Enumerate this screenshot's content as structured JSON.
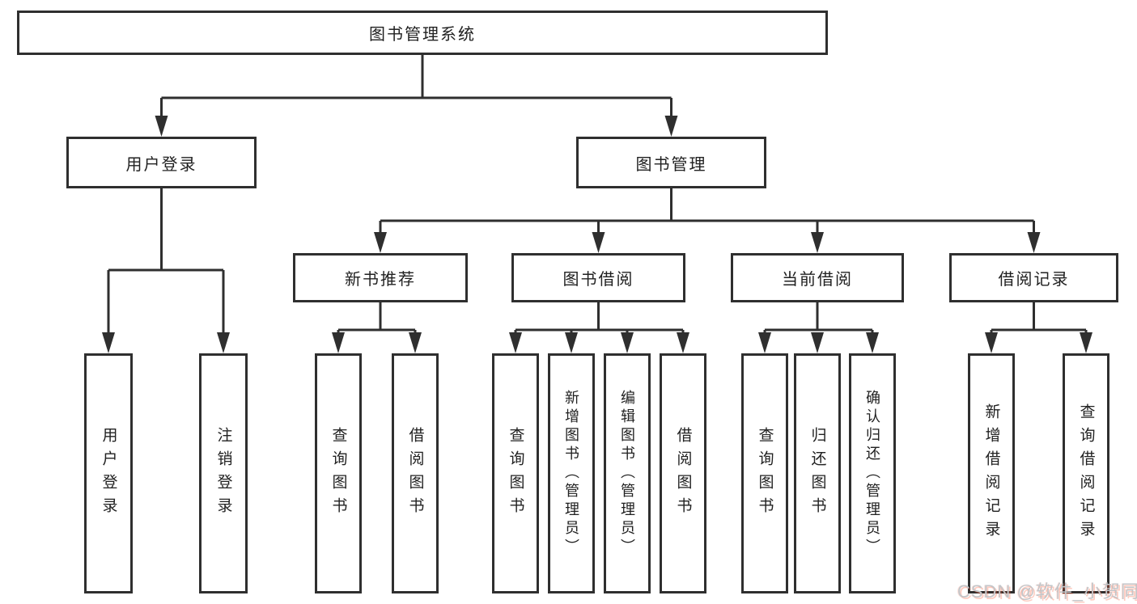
{
  "diagram": {
    "type": "hierarchy",
    "root": {
      "label": "图书管理系统",
      "children": [
        {
          "label": "用户登录",
          "children": [
            {
              "label": "用户登录"
            },
            {
              "label": "注销登录"
            }
          ]
        },
        {
          "label": "图书管理",
          "children": [
            {
              "label": "新书推荐",
              "children": [
                {
                  "label": "查询图书"
                },
                {
                  "label": "借阅图书"
                }
              ]
            },
            {
              "label": "图书借阅",
              "children": [
                {
                  "label": "查询图书"
                },
                {
                  "label": "新增图书（管理员）"
                },
                {
                  "label": "编辑图书（管理员）"
                },
                {
                  "label": "借阅图书"
                }
              ]
            },
            {
              "label": "当前借阅",
              "children": [
                {
                  "label": "查询图书"
                },
                {
                  "label": "归还图书"
                },
                {
                  "label": "确认归还（管理员）"
                }
              ]
            },
            {
              "label": "借阅记录",
              "children": [
                {
                  "label": "新增借阅记录"
                },
                {
                  "label": "查询借阅记录"
                }
              ]
            }
          ]
        }
      ]
    }
  },
  "watermark": {
    "text": "CSDN @软件_小贺同学"
  },
  "colors": {
    "line": "#2f2f2f",
    "box_border": "#2f2f2f",
    "box_background": "#ffffff",
    "text": "#212121",
    "page_background": "#ffffff",
    "watermark_text": "#c3c6c9",
    "watermark_accent": "#fc5531"
  }
}
